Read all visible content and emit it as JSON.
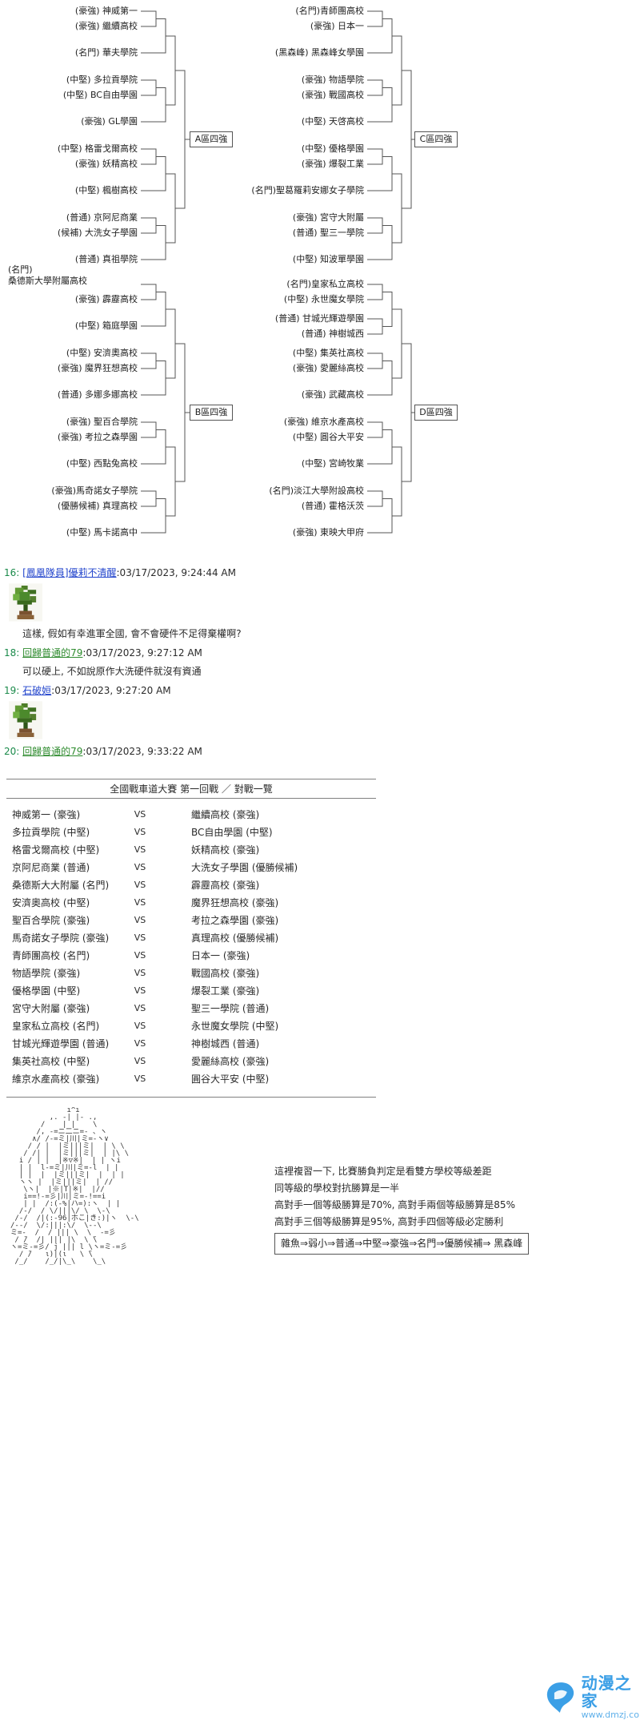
{
  "colors": {
    "link_blue": "#2244cc",
    "link_green": "#2e8b2e",
    "post_number_green": "#1a8a4a",
    "dmzj_blue": "#3b9fe6",
    "bracket_line_gray": "#555555"
  },
  "brackets": {
    "a": {
      "winner_label": "A區四強",
      "teams": [
        "(豪強) 神威第一",
        "(豪強) 繼續高校",
        "(名門) 華夫學院",
        "(中堅) 多拉貢學院",
        "(中堅) BC自由學園",
        "(豪強) GL學園",
        "(中堅) 格雷戈爾高校",
        "(豪強) 妖精高校",
        "(中堅) 楓樹高校",
        "(普通) 京阿尼商業",
        "(候補) 大洗女子學園",
        "(普通) 真祖學院"
      ]
    },
    "b": {
      "winner_label": "B區四強",
      "teams": [
        "(名門)\n桑德斯大學附屬高校",
        "(豪強) 霹靂高校",
        "(中堅) 箱庭學園",
        "(中堅) 安濟奧高校",
        "(豪強) 魔界狂想高校",
        "(普通) 多娜多娜高校",
        "(豪強) 聖百合學院",
        "(豪強) 考拉之森學園",
        "(中堅) 西點兔高校",
        "(豪強)馬奇諾女子學院",
        "(優勝候補) 真理高校",
        "(中堅) 馬卡諾高中"
      ]
    },
    "c": {
      "winner_label": "C區四強",
      "teams": [
        "(名門)青師團高校",
        "(豪強) 日本一",
        "(黑森峰) 黑森峰女學園",
        "(豪強) 物語學院",
        "(豪強) 戰國高校",
        "(中堅) 天啓高校",
        "(中堅) 優格學園",
        "(豪強) 爆裂工業",
        "(名門)聖葛羅莉安娜女子學院",
        "(豪強) 宮守大附屬",
        "(普通) 聖三一學院",
        "(中堅) 知波單學園"
      ]
    },
    "d": {
      "winner_label": "D區四強",
      "teams": [
        "(名門)皇家私立高校",
        "(中堅) 永世魔女學院",
        "(普通) 甘城光輝遊學園",
        "(普通) 神樹城西",
        "(中堅) 集英社高校",
        "(豪強) 愛麗絲高校",
        "(豪強) 武藏高校",
        "(豪強) 維京水產高校",
        "(中堅) 圓谷大平安",
        "(中堅) 宮崎牧業",
        "(名門)淡江大學附設高校",
        "(普通) 霍格沃茨",
        "(豪強) 東映大甲府"
      ]
    }
  },
  "posts": [
    {
      "num": "16:",
      "author": "[鳳凰隊員]優莉不清醒",
      "time": ":03/17/2023, 9:24:44 AM",
      "body": "這樣, 假如有幸進軍全國, 會不會硬件不足得棄權啊?"
    },
    {
      "num": "18:",
      "author": "回歸普通的79",
      "time": ":03/17/2023, 9:27:12 AM",
      "body": "可以硬上, 不如說原作大洗硬件就沒有資通"
    },
    {
      "num": "19:",
      "author": "石破姮",
      "time": ":03/17/2023, 9:27:20 AM"
    },
    {
      "num": "20:",
      "author": "回歸普通的79",
      "time": ":03/17/2023, 9:33:22 AM"
    }
  ],
  "match_table": {
    "title": "全國戰車道大賽 第一回戰 ／ 對戰一覽",
    "vs": "VS",
    "rows": [
      {
        "left": "神威第一 (豪強)",
        "right": "繼續高校 (豪強)"
      },
      {
        "left": "多拉貢學院 (中堅)",
        "right": "BC自由學園 (中堅)"
      },
      {
        "left": "格雷戈爾高校 (中堅)",
        "right": "妖精高校 (豪強)"
      },
      {
        "left": "京阿尼商業 (普通)",
        "right": "大洗女子學園 (優勝候補)"
      },
      {
        "left": "桑德斯大大附屬 (名門)",
        "right": "霹靂高校 (豪強)"
      },
      {
        "left": "安濟奧高校 (中堅)",
        "right": "魔界狂想高校 (豪強)"
      },
      {
        "left": "聖百合學院 (豪強)",
        "right": "考拉之森學園 (豪強)"
      },
      {
        "left": "馬奇諾女子學院 (豪強)",
        "right": "真理高校 (優勝候補)"
      },
      {
        "left": "青師團高校 (名門)",
        "right": "日本一 (豪強)"
      },
      {
        "left": "物語學院 (豪強)",
        "right": "戰國高校 (豪強)"
      },
      {
        "left": "優格學園 (中堅)",
        "right": "爆裂工業 (豪強)"
      },
      {
        "left": "宮守大附屬 (豪強)",
        "right": "聖三一學院 (普通)"
      },
      {
        "left": "皇家私立高校 (名門)",
        "right": "永世魔女學院 (中堅)"
      },
      {
        "left": "甘城光輝遊學園 (普通)",
        "right": "神樹城西 (普通)"
      },
      {
        "left": "集英社高校 (中堅)",
        "right": "愛麗絲高校 (豪強)"
      },
      {
        "left": "維京水產高校 (豪強)",
        "right": "圓谷大平安 (中堅)"
      }
    ]
  },
  "ascii_art": {
    "text": "             i^i\n         ,. -| |- .,\n       /    | |    \\\n      /, -=ニ二ニ=- 、ヽ\n     ∧/ /-=ミ|川|ミ=-ヽ∨\n    / / |  |ミ|||ミ|  | \\ \\\n   / /| |  |ミ|||ミ|  | |\\ \\\n  i / | |  |※▽※|  | | ヽi\n  | |  l-=ミ|川|ミ=-l  | |\n  | |  |  |ミ|||ミ|  |  | |\n  ヽヽ |  |ミ|||ミ|  | //\n   \\ヽ|  |※|T|※|  |//\n   i==!-=彡|川|ミ=-!==i\n   | |  /:(-%|ハ=):ヽ  | |\n  /-/  / \\/|||\\/ \\  \\-\\\n /-/  /|(:-96|ホこ|き:)|ヽ  \\-\\\n/--/  \\/:|||:\\/  \\--\\\nミ=-  /  / ||| \\  \\  -=彡\n / ̄/  /| ||| |\\  \\ ̄\\\nヽ=ミ-=彡/ j ||| l \\ヽ=ミ-=彡\n  / ̄/   ι)|(ι   \\ ̄\\\n /_/    /_/|\\_\\    \\_\\"
  },
  "notes": {
    "lines": [
      "這裡複習一下, 比賽勝負判定是看雙方學校等級差距",
      "同等級的學校對抗勝算是一半",
      "高對手一個等級勝算是70%, 高對手兩個等級勝算是85%",
      "高對手三個等級勝算是95%, 高對手四個等級必定勝利"
    ],
    "grade_box": "雜魚⇒弱小⇒普通⇒中堅⇒豪強⇒名門⇒優勝候補⇒ 黑森峰"
  },
  "watermark": {
    "site_name": "动漫之家",
    "site_url": "www.dmzj.com"
  }
}
